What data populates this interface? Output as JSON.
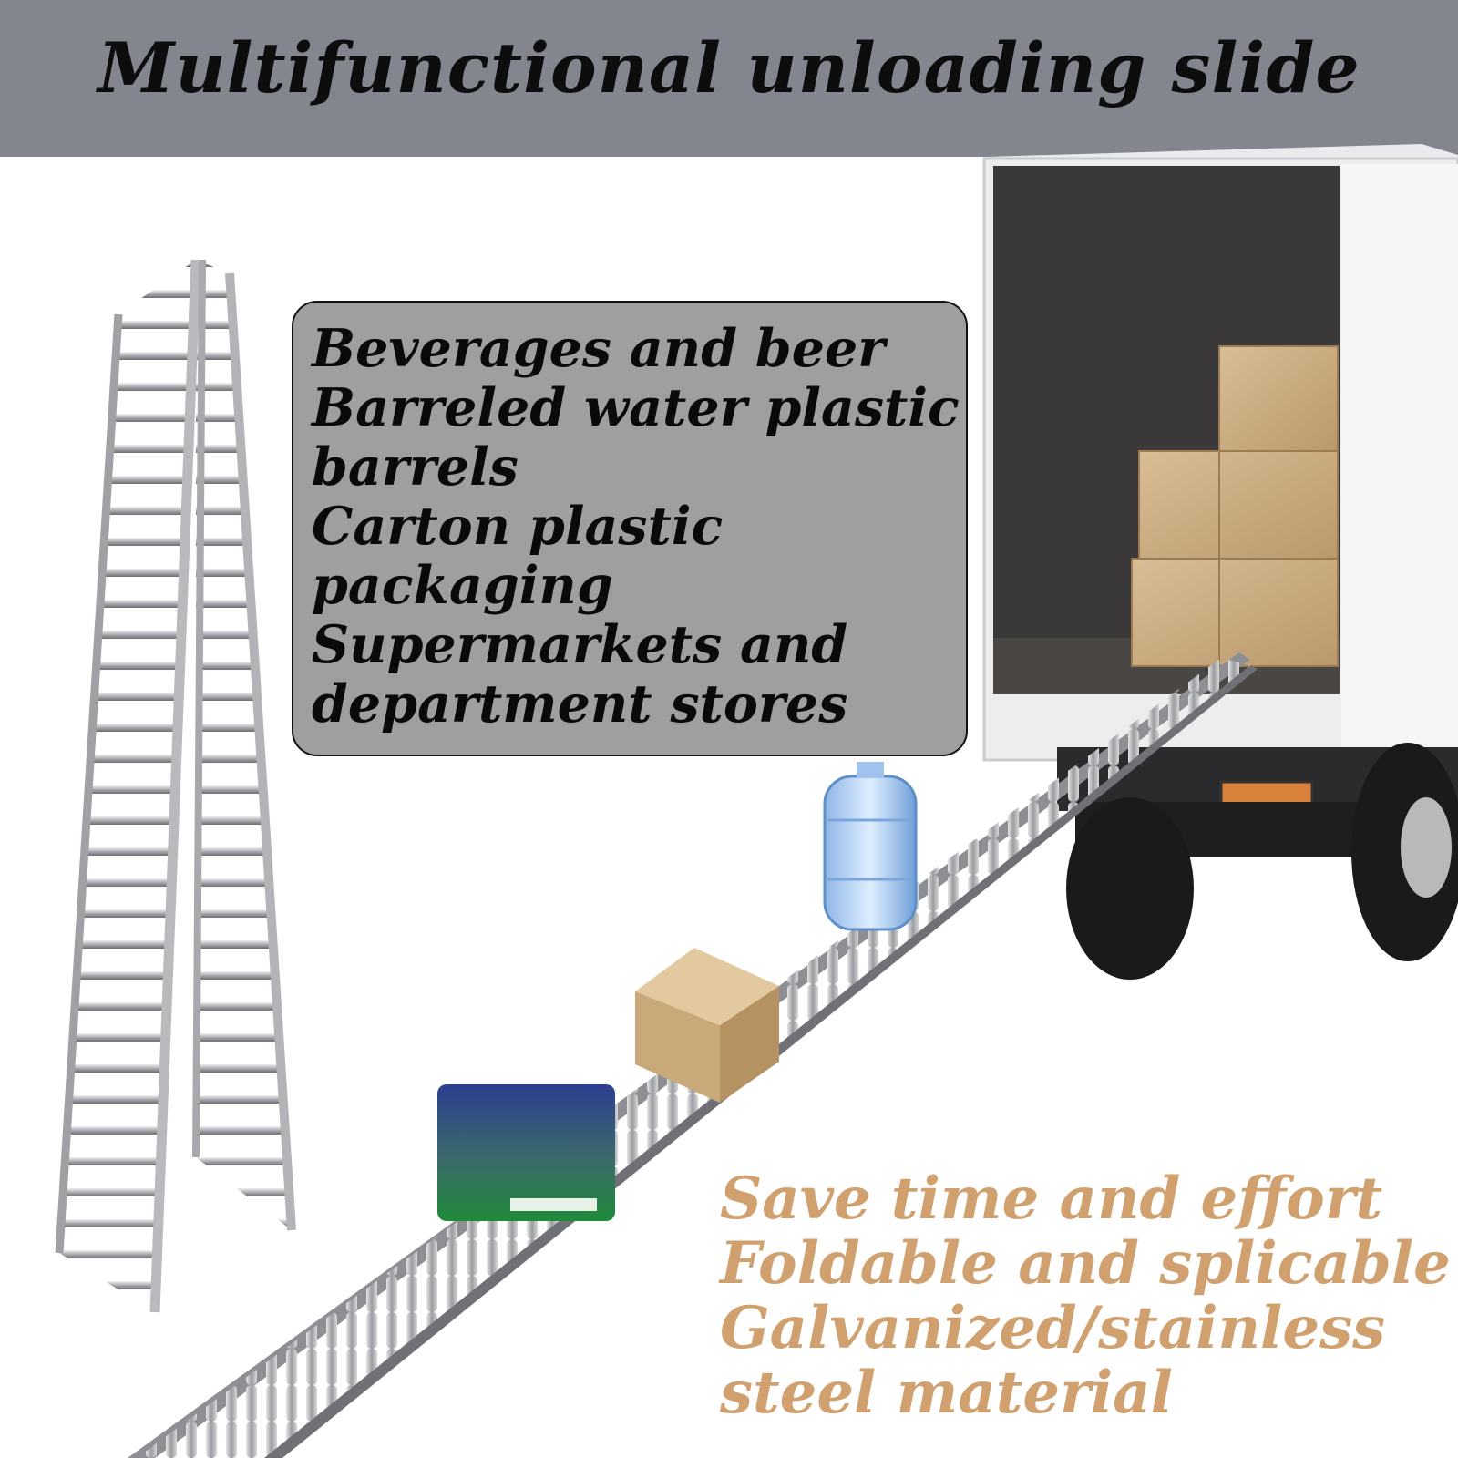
{
  "header": {
    "title": "Multifunctional unloading slide",
    "background": "#83868f"
  },
  "uses": {
    "background": "#9f9f9f",
    "lines": [
      "Beverages and beer",
      "Barreled water plastic",
      "barrels",
      "Carton plastic",
      "packaging",
      "Supermarkets and",
      "department stores"
    ]
  },
  "features": {
    "color": "#d1a06f",
    "lines": [
      "Save time and effort",
      "Foldable and splicable",
      "Galvanized/stainless",
      "steel material"
    ]
  },
  "image": {
    "objects": [
      "folded-roller-slide",
      "truck",
      "roller-conveyor-ramp",
      "water-barrel",
      "cardboard-box",
      "green-blue-package",
      "stacked-cartons"
    ]
  }
}
